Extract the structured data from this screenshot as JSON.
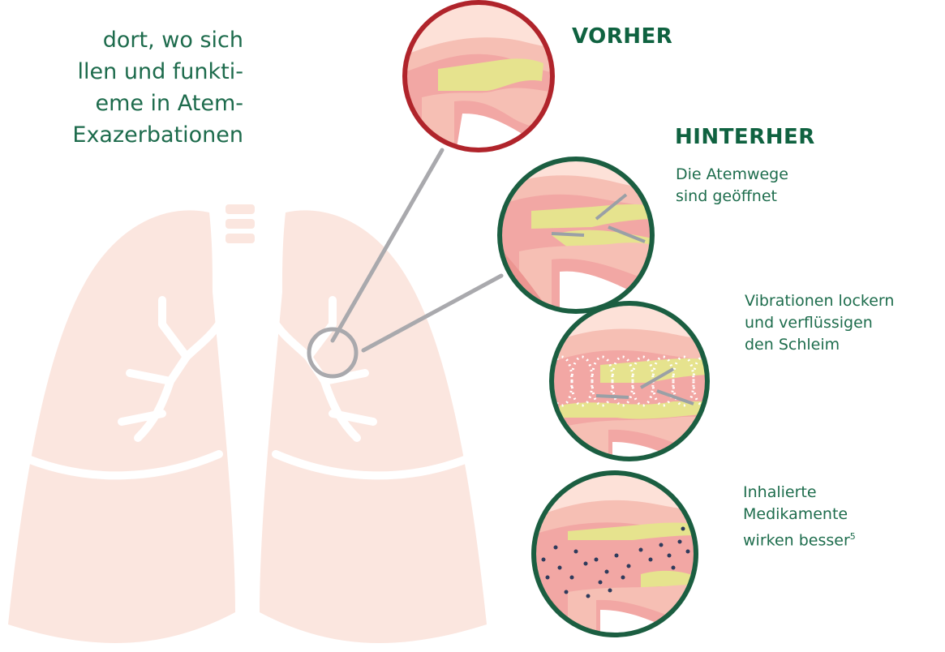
{
  "intro_text": {
    "lines": [
      "dort, wo sich",
      "llen und funkti-",
      "eme in Atem-",
      "Exazerbationen"
    ]
  },
  "labels": {
    "before": "VORHER",
    "after": "HINTERHER",
    "after_caption": [
      "Die Atemwege",
      "sind geöffnet"
    ],
    "vibration_caption": [
      "Vibrationen lockern",
      "und verflüssigen",
      "den Schleim"
    ],
    "medication_caption": [
      "Inhalierte",
      "Medikamente",
      "wirken besser"
    ],
    "medication_footnote": "5"
  },
  "colors": {
    "text_green": "#1d6b4c",
    "heading_green": "#0f6240",
    "before_ring": "#b0242b",
    "after_ring": "#1b5e41",
    "lung_fill": "#fbe6df",
    "connector": "#a9a9ad",
    "mucus": "#e6e38e",
    "tissue": "#f2a7a4"
  },
  "icons": [
    "lungs-icon",
    "magnifier-ring-icon",
    "airway-closeup-icon",
    "arrow-icon",
    "vibration-wave-icon",
    "medication-particle-icon"
  ]
}
